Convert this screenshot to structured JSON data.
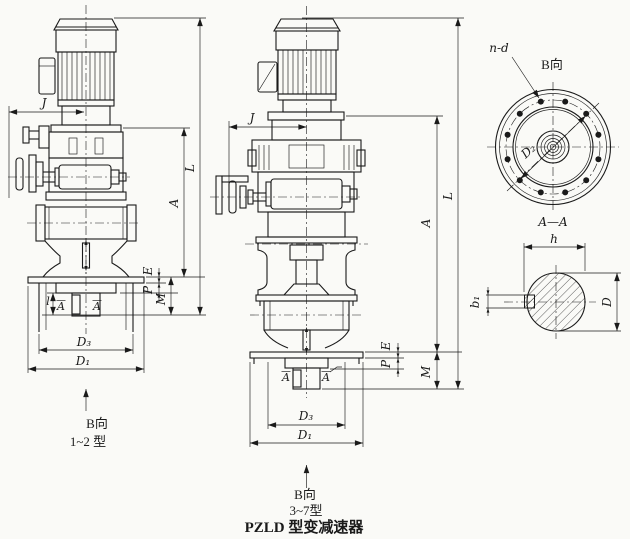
{
  "drawing": {
    "caption": "PZLD 型变减速器",
    "colors": {
      "ink": "#1a1a1a",
      "paper": "#fafaf7"
    },
    "left_view": {
      "type_label": "1~2 型",
      "view_direction": "B向",
      "dim_J": "J",
      "dim_L": "L",
      "dim_A": "A",
      "dim_E": "E",
      "dim_P": "P",
      "dim_M": "M",
      "dim_l": "l",
      "dim_D3": "D₃",
      "dim_D1": "D₁",
      "section_mark_left": "A",
      "section_mark_right": "A"
    },
    "middle_view": {
      "type_label": "3~7型",
      "view_direction": "B向",
      "dim_J": "J",
      "dim_L": "L",
      "dim_A": "A",
      "dim_E": "E",
      "dim_P": "P",
      "dim_M": "M",
      "dim_D3": "D₃",
      "dim_D1": "D₁",
      "section_mark_left": "A",
      "section_mark_right": "A"
    },
    "flange_view": {
      "view_label": "B向",
      "bolt_holes_label": "n-d",
      "dim_D2": "D₂"
    },
    "section_view": {
      "title": "A—A",
      "dim_h": "h",
      "dim_b1": "b₁",
      "dim_D": "D"
    }
  }
}
